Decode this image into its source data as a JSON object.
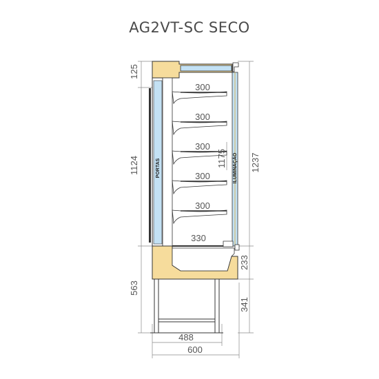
{
  "title": "AG2VT-SC SECO",
  "colors": {
    "body_fill": "#f6dc9c",
    "glass_fill": "#c3e1f4",
    "outline": "#333333",
    "dim_line": "#8a8a8a",
    "text": "#555555"
  },
  "labels": {
    "portas": "PORTAS",
    "iluminacao": "ILUMINAÇÃO"
  },
  "dimensions": {
    "shelf_depths": [
      "300",
      "300",
      "300",
      "300",
      "300"
    ],
    "bottom_shelf_depth": "330",
    "top_height": "125",
    "door_height": "1124",
    "base_height": "563",
    "inner_height": "1175",
    "lighting_height": "1237",
    "lower_height": "233",
    "leg_height": "341",
    "inner_width": "488",
    "total_width": "600"
  }
}
